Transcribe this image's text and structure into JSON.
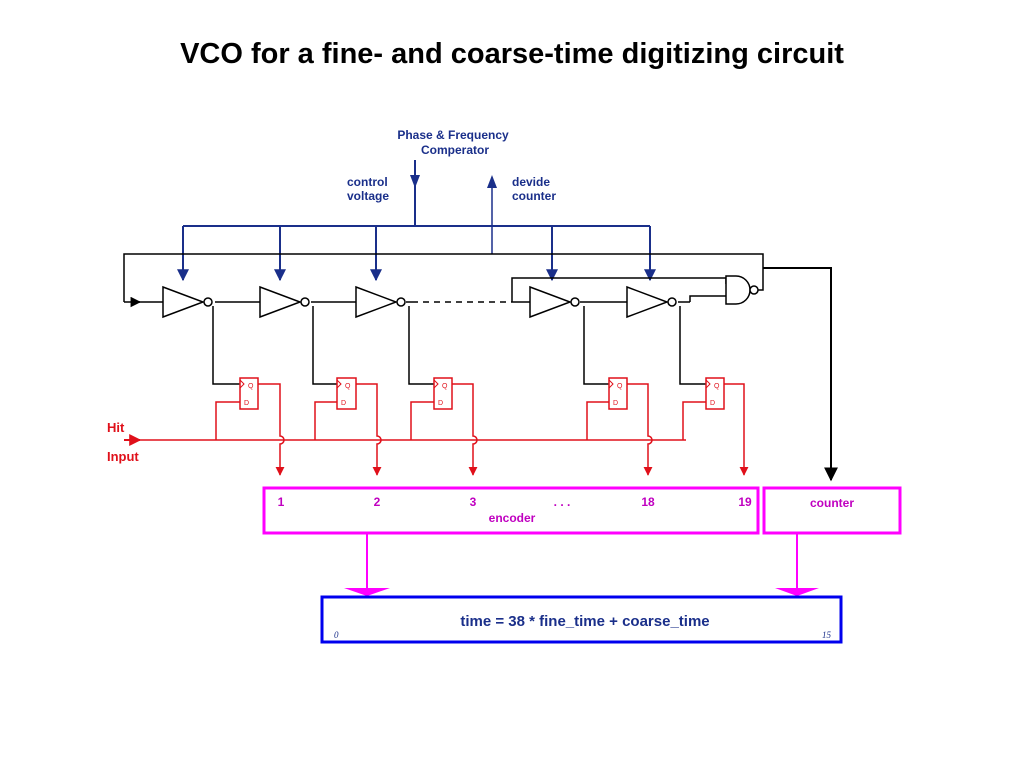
{
  "title": "VCO for a fine- and coarse-time digitizing circuit",
  "comparator": {
    "line1": "Phase & Frequency",
    "line2": "Comperator"
  },
  "control": {
    "line1": "control",
    "line2": "voltage"
  },
  "divide": {
    "line1": "devide",
    "line2": "counter"
  },
  "hit": {
    "line1": "Hit",
    "line2": "Input"
  },
  "flipflop": {
    "q": "Q",
    "d": "D"
  },
  "encoder": {
    "inputs": [
      "1",
      "2",
      "3",
      "18",
      "19"
    ],
    "dots": ". . .",
    "label": "encoder"
  },
  "counter": {
    "label": "counter"
  },
  "formula": {
    "text": "time = 38 * fine_time  + coarse_time",
    "left_index": "0",
    "right_index": "15"
  },
  "colors": {
    "wire": "#000000",
    "blue": "#1a2f8a",
    "red": "#e0101a",
    "magenta": "#ff00ff",
    "formula_border": "#0000ee"
  }
}
